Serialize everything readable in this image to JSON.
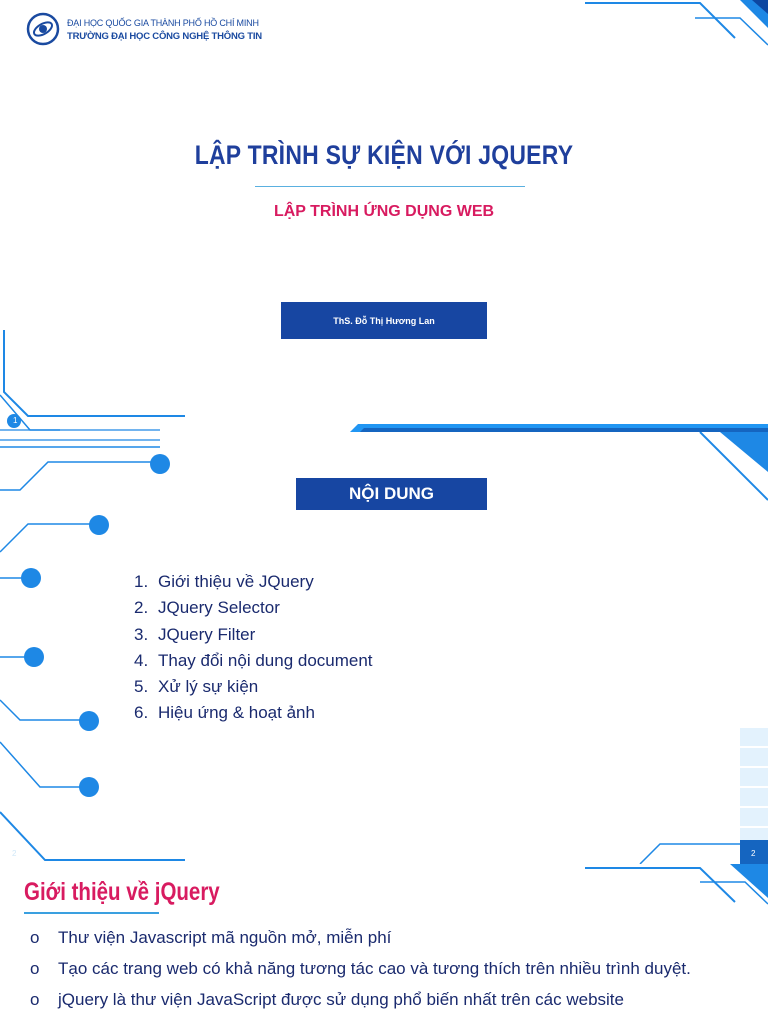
{
  "slide1": {
    "org_line1": "ĐẠI HỌC QUỐC GIA THÀNH PHỐ HỒ CHÍ MINH",
    "org_line2": "TRƯỜNG ĐẠI HỌC CÔNG NGHỆ THÔNG TIN",
    "title": "LẬP TRÌNH SỰ KIỆN VỚI JQUERY",
    "subtitle": "LẬP TRÌNH ỨNG DỤNG WEB",
    "author": "ThS. Đỗ Thị Hương Lan",
    "page_number": "1"
  },
  "slide2": {
    "heading": "NỘI DUNG",
    "items": [
      {
        "num": "1.",
        "text": "Giới thiệu về JQuery"
      },
      {
        "num": "2.",
        "text": "JQuery Selector"
      },
      {
        "num": "3.",
        "text": "JQuery Filter"
      },
      {
        "num": "4.",
        "text": "Thay đổi nội dung document"
      },
      {
        "num": "5.",
        "text": "Xử lý sự kiện"
      },
      {
        "num": "6.",
        "text": "Hiệu ứng & hoạt ảnh"
      }
    ],
    "page_number_left": "2",
    "page_number_right": "2"
  },
  "slide3": {
    "title": "Giới thiệu về jQuery",
    "bullet_marker": "o",
    "bullets": [
      "Thư viện Javascript mã nguồn mở, miễn phí",
      "Tạo các trang web có khả năng tương tác cao  và tương thích trên nhiều trình duyệt.",
      "jQuery là thư viện JavaScript được sử dụng phổ biến nhất trên các website"
    ]
  },
  "colors": {
    "primary_blue": "#1746a2",
    "accent_pink": "#d81b60",
    "circuit_blue": "#1e88e5",
    "text_navy": "#1a2a6e"
  }
}
